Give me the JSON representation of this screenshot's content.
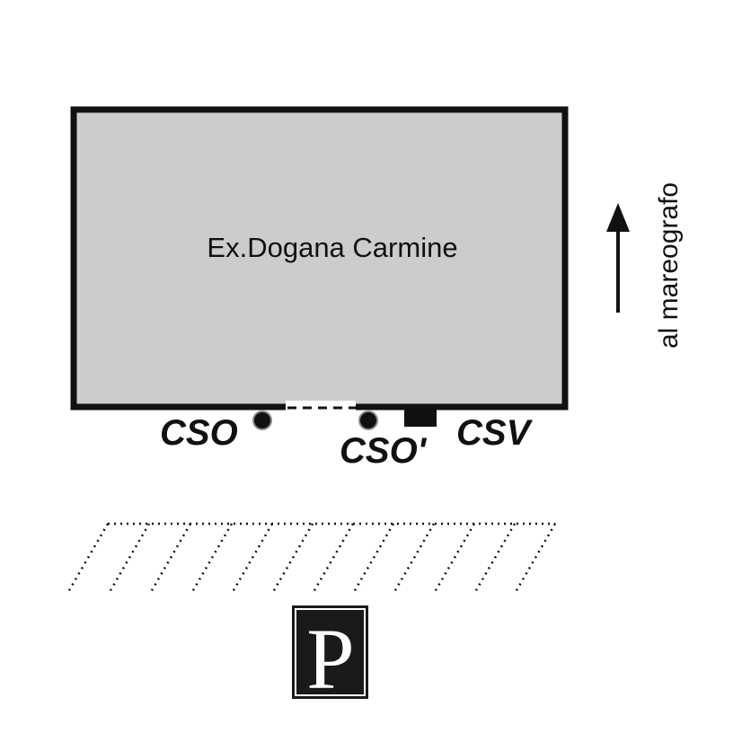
{
  "building": {
    "name": "Ex.Dogana Carmine",
    "fill_color": "#cccccc",
    "border_color": "#111111"
  },
  "stations": {
    "cso": "CSO",
    "cso_prime": "CSO'",
    "csv": "CSV"
  },
  "direction": {
    "label": "al mareografo",
    "icon": "arrow-up-icon"
  },
  "parking": {
    "letter": "P",
    "icon": "parking-sign-icon",
    "sign_color": "#1a1a1a"
  }
}
